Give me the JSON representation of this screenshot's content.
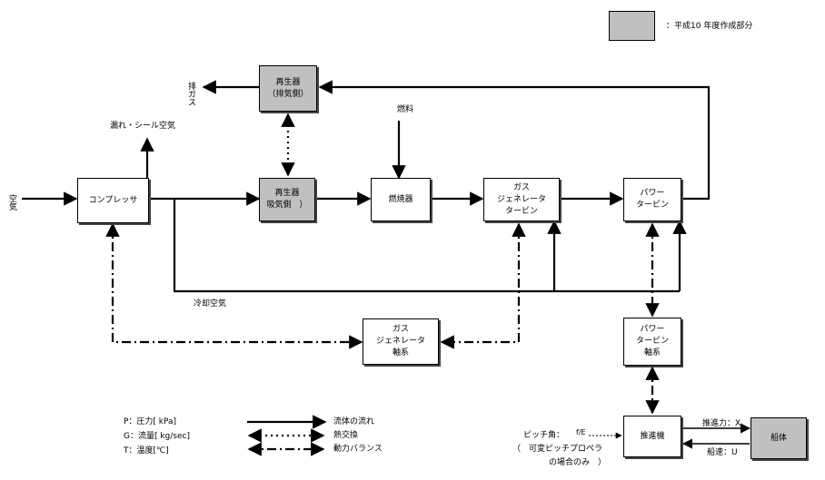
{
  "legend_top": {
    "text": "：平成10 年度作成部分",
    "swatch_color": "#c0c0c0"
  },
  "blocks": {
    "regen_exhaust": [
      "再生器",
      "（排気側）"
    ],
    "regen_intake": [
      "再生器",
      "吸気側　）"
    ],
    "compressor": [
      "コンプレッサ"
    ],
    "combustor": [
      "燃焼器"
    ],
    "gg_turbine": [
      "ガス",
      "ジェネレータ",
      "タービン"
    ],
    "power_turbine": [
      "パワー",
      "タービン"
    ],
    "gg_shaft": [
      "ガス",
      "ジェネレータ",
      "軸系"
    ],
    "pt_shaft": [
      "パワー",
      "タービン",
      "軸系"
    ],
    "propulsor": [
      "推進機"
    ],
    "hull": [
      "船体"
    ]
  },
  "labels": {
    "exhaust_gas": "排ガス",
    "leak_seal_air": "漏れ・シール空気",
    "fuel": "燃料",
    "air": "空気",
    "cooling_air": "冷却空気",
    "thrust": "推進力：X",
    "ship_speed": "船速：U",
    "pitch_angle": "ピッチ角：",
    "pitch_symbol": "f/E",
    "pitch_note_1": "（　可変ピッチプロペラ",
    "pitch_note_2": "の場合のみ　）"
  },
  "variables_legend": [
    {
      "text": "P：圧力[ kPa]"
    },
    {
      "text": "G：流量[ kg/sec]"
    },
    {
      "text": "T：温度[℃]"
    }
  ],
  "line_legend": [
    {
      "style": "solid",
      "text": "流体の流れ"
    },
    {
      "style": "dotted",
      "text": "熱交換"
    },
    {
      "style": "dashdot",
      "text": "動力バランス"
    }
  ]
}
